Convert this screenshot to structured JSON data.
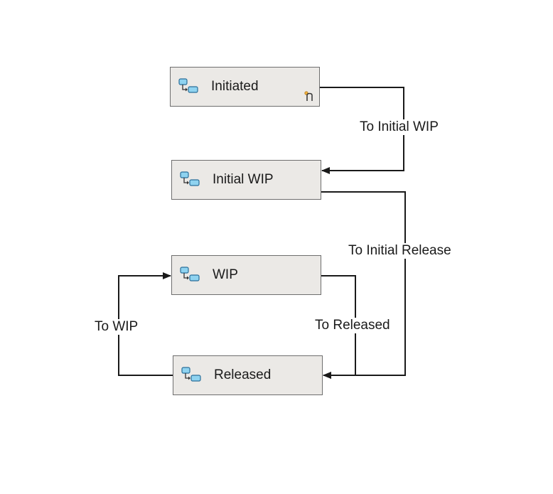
{
  "diagram": {
    "states": {
      "initiated": {
        "label": "Initiated",
        "icon": "state-node-icon",
        "marker": "initial-state-marker-icon"
      },
      "initial_wip": {
        "label": "Initial WIP",
        "icon": "state-node-icon"
      },
      "wip": {
        "label": "WIP",
        "icon": "state-node-icon"
      },
      "released": {
        "label": "Released",
        "icon": "state-node-icon"
      }
    },
    "transitions": {
      "to_initial_wip": {
        "label": "To Initial WIP",
        "from": "Initiated",
        "to": "Initial WIP"
      },
      "to_initial_release": {
        "label": "To Initial Release",
        "from": "Initial WIP",
        "to": "Released"
      },
      "to_released": {
        "label": "To Released",
        "from": "WIP",
        "to": "Released"
      },
      "to_wip": {
        "label": "To WIP",
        "from": "Released",
        "to": "WIP"
      }
    },
    "colors": {
      "node_fill": "#ebe9e6",
      "node_border": "#6e6e6e",
      "edge": "#1a1a1a",
      "icon_fill": "#8fd3f0",
      "icon_stroke": "#2a6f9a"
    }
  }
}
